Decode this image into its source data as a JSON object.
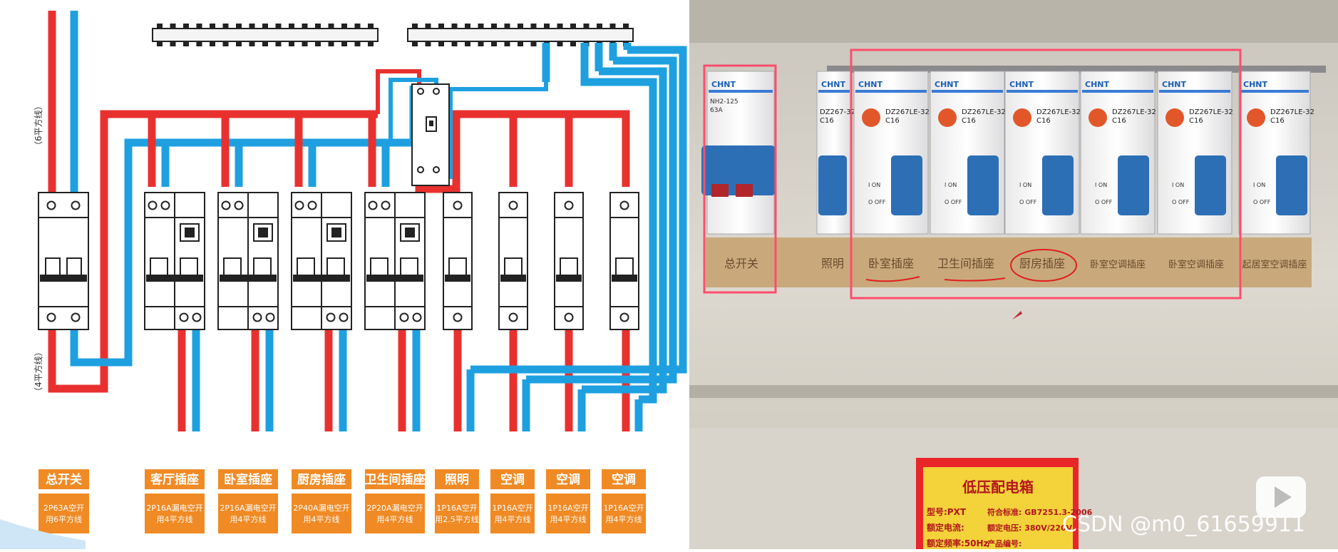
{
  "diagram": {
    "side_label_top": "（6平方线）",
    "side_label_bottom": "（4平方线）",
    "breakers": [
      {
        "name": "总开关",
        "spec": "2P63A空开\n用6平方线"
      },
      {
        "name": "客厅插座",
        "spec": "2P16A漏电空开\n用4平方线"
      },
      {
        "name": "卧室插座",
        "spec": "2P16A漏电空开\n用4平方线"
      },
      {
        "name": "厨房插座",
        "spec": "2P40A漏电空开\n用4平方线"
      },
      {
        "name": "卫生间插座",
        "spec": "2P20A漏电空开\n用4平方线"
      },
      {
        "name": "照明",
        "spec": "1P16A空开\n用2.5平方线"
      },
      {
        "name": "空调",
        "spec": "1P16A空开\n用4平方线"
      },
      {
        "name": "空调",
        "spec": "1P16A空开\n用4平方线"
      },
      {
        "name": "空调",
        "spec": "1P16A空开\n用4平方线"
      }
    ]
  },
  "photo": {
    "brand": "CHNT",
    "main_breaker_model": "NH2-125",
    "main_breaker_rating": "63A",
    "dz_model": "DZ267LE-32",
    "dz_model_short": "DZ267-32",
    "dz_rating": "C16",
    "on_label": "I ON",
    "off_label": "O OFF",
    "labels": [
      "总开关",
      "照明",
      "卧室插座",
      "卫生间插座",
      "厨房插座",
      "卧室空调插座",
      "卧室空调插座",
      "起居室空调插座"
    ],
    "plate": {
      "title": "低压配电箱",
      "line1_left": "型号:PXT",
      "line1_right": "符合标准: GB7251.3-2006",
      "line2_left": "额定电流:",
      "line2_right": "额定电压: 380V/220V",
      "line3_left": "额定频率:50Hz",
      "line3_right": "产品编号:"
    }
  },
  "watermark": "CSDN @m0_61659911",
  "colors": {
    "live": "#e8312f",
    "neutral": "#1ea0e0",
    "label": "#f08a24",
    "highlight": "#ff4d6d"
  }
}
